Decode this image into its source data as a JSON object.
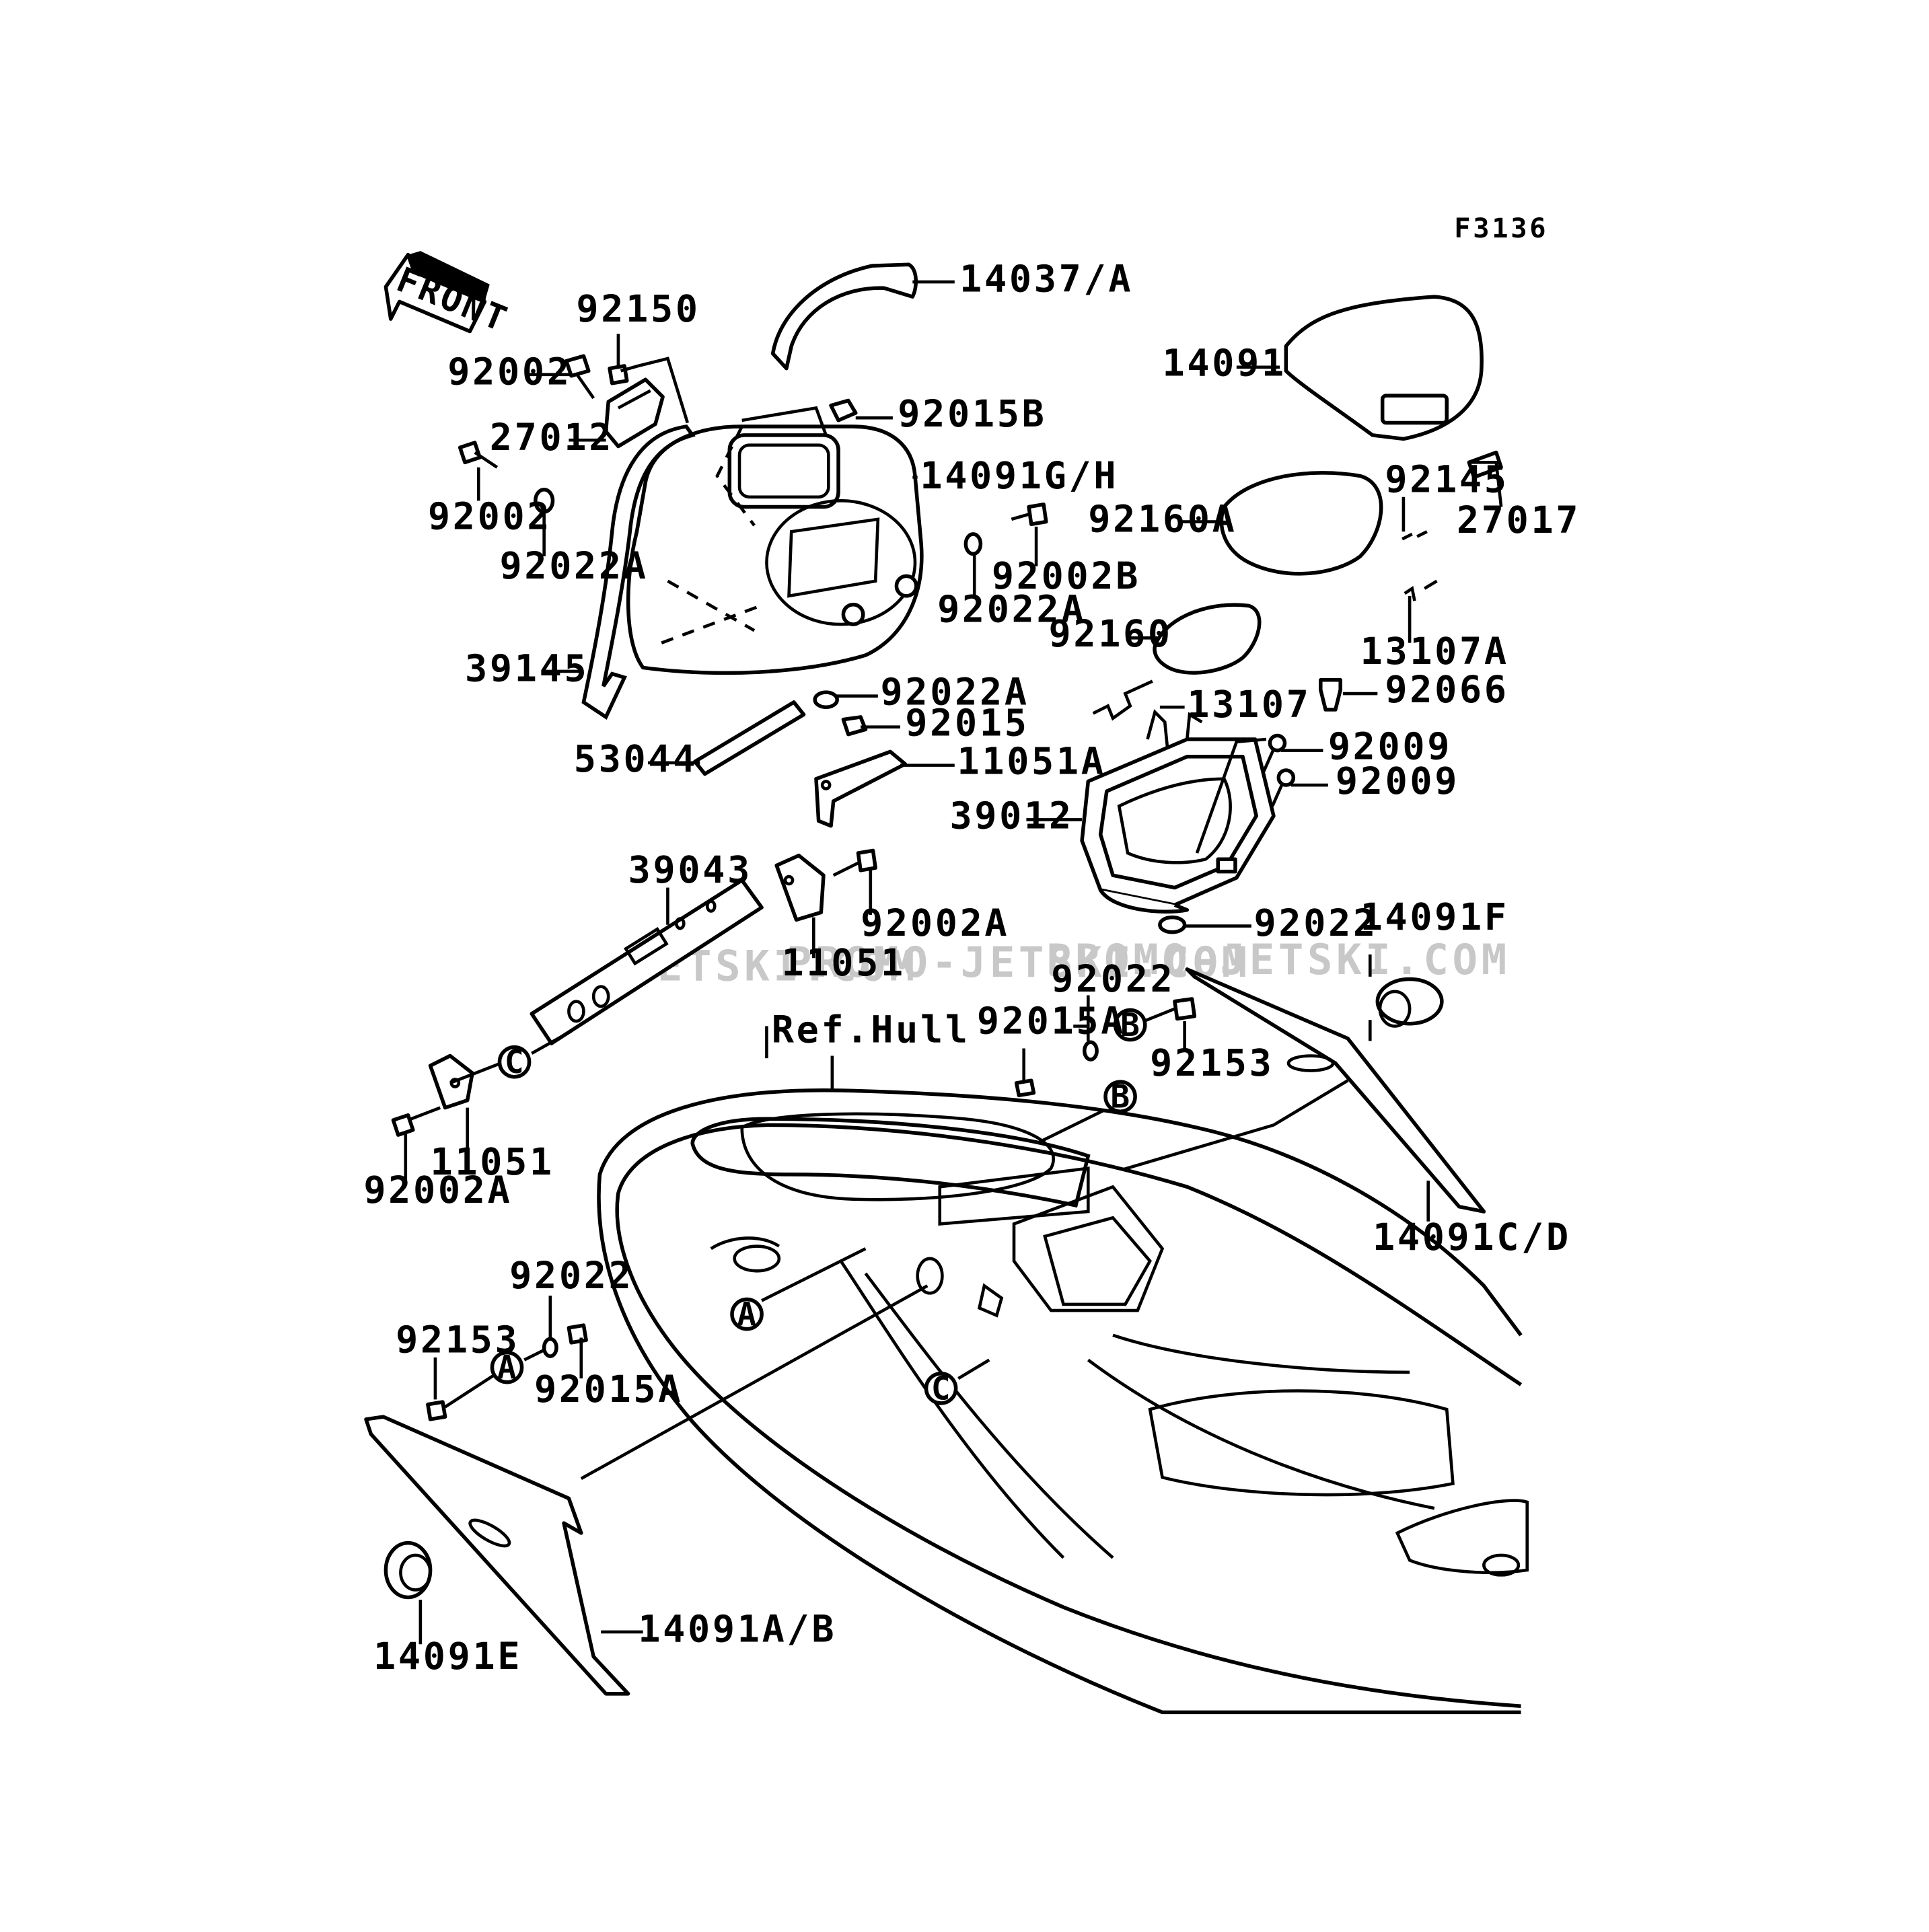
{
  "figure_code": "F3136",
  "front_label": "FRONT",
  "ref_label": "Ref.Hull",
  "callouts": [
    "14037/A",
    "14091",
    "92150",
    "92002",
    "27012",
    "92015B",
    "14091G/H",
    "92002",
    "92022A",
    "92002B",
    "92022A",
    "39145",
    "92022A",
    "92015",
    "53044",
    "11051A",
    "92145",
    "27017",
    "92160A",
    "13107A",
    "92160",
    "92066",
    "13107",
    "92009",
    "92009",
    "39012",
    "92022",
    "39043",
    "92002A",
    "11051",
    "14091F",
    "92022",
    "92015A",
    "92153",
    "11051",
    "92002A",
    "14091C/D",
    "92022",
    "92153",
    "92015A",
    "14091A/B",
    "14091E"
  ],
  "circle_refs": [
    "B",
    "C",
    "B",
    "A",
    "C",
    "A"
  ],
  "watermark": [
    "JETSKI.COM",
    "PROMO-JETSKI.COM",
    "PROMO-JETSKI.COM"
  ],
  "colors": {
    "ink": "#000000",
    "paper": "#ffffff",
    "watermark": "#c8c8c8"
  }
}
